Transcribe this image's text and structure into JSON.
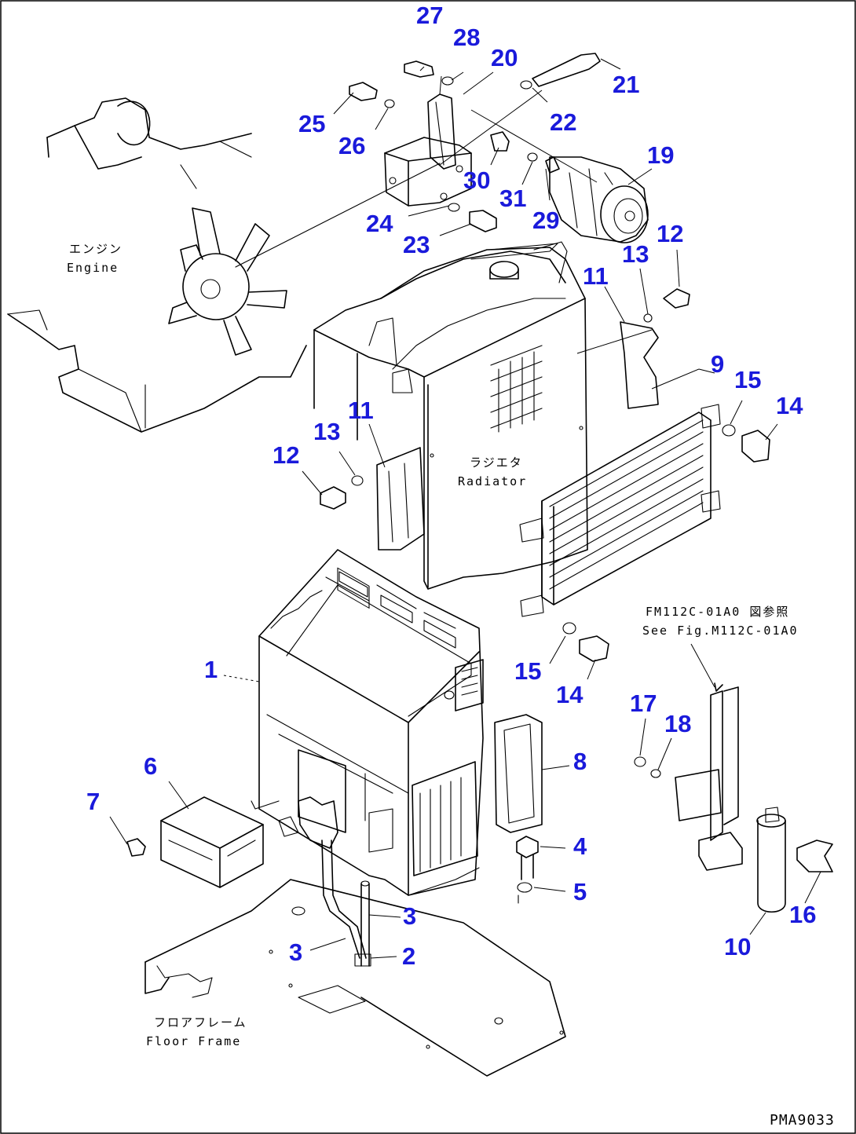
{
  "document_code": "PMA9033",
  "captions": {
    "engine_jp": "エンジン",
    "engine_en": "Engine",
    "radiator_jp": "ラジエタ",
    "radiator_en": "Radiator",
    "floor_jp": "フロアフレーム",
    "floor_en": "Floor Frame",
    "ref_jp": "FM112C-01A0 図参照",
    "ref_en": "See Fig.M112C-01A0"
  },
  "callouts": [
    "27",
    "28",
    "20",
    "21",
    "25",
    "26",
    "22",
    "19",
    "30",
    "31",
    "24",
    "29",
    "23",
    "12",
    "13",
    "11",
    "9",
    "15",
    "14",
    "12",
    "13",
    "11",
    "1",
    "6",
    "7",
    "8",
    "4",
    "5",
    "3",
    "2",
    "3",
    "15",
    "14",
    "17",
    "18",
    "16",
    "10"
  ],
  "colors": {
    "callout": "#1a1adb",
    "line": "#000000",
    "background": "#ffffff"
  }
}
